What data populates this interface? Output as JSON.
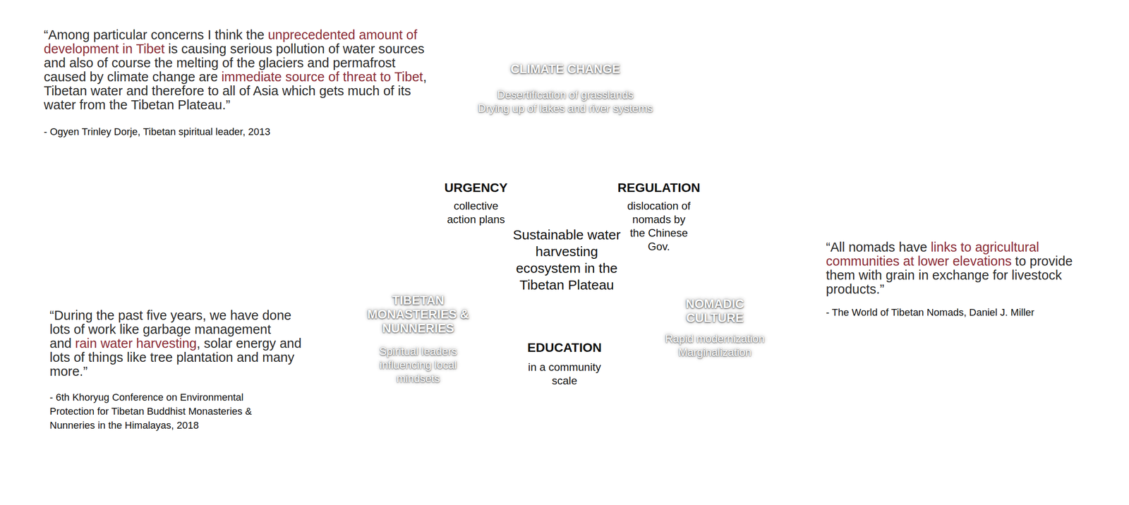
{
  "diagram": {
    "nodes": [
      {
        "text": [
          "CLIMATE CHANGE",
          "Desertification of grasslands",
          "Drying up of lakes and river systems"
        ]
      },
      {
        "text": [
          "URGENCY",
          "collective action plans"
        ]
      },
      {
        "text": [
          "REGULATION",
          "dislocation of nomads by the Chinese Gov."
        ]
      },
      {
        "text": [
          "Sustainable water harvesting ecosystem in the Tibetan Plateau"
        ]
      },
      {
        "text": [
          "TIBETAN MONASTERIES & NUNNERIES",
          "Spiritual leaders influencing local mindsets"
        ]
      },
      {
        "text": [
          "NOMADIC CULTURE",
          "Rapid modernization",
          "Marginalization"
        ]
      },
      {
        "text": [
          "EDUCATION",
          "in a community scale"
        ]
      }
    ],
    "labels": [
      "“Among particular concerns I think the",
      "unprecedented amount of development in Tibet",
      "is causing serious pollution of water sources and also of course the melting of the glaciers and permafrost caused by climate change are",
      "immediate source of threat to Tibet",
      ", Tibetan water and therefore to all of Asia which gets much of its water from the Tibetan Plateau.”",
      "- Ogyen Trinley Dorje, Tibetan spiritual leader, 2013",
      "“All nomads have",
      "links to agricultural communities at lower elevations",
      "to provide them with grain in exchange for livestock products.”",
      "- The World of Tibetan Nomads, Daniel J. Miller",
      "“During the past five years, we have done lots of work like garbage management and",
      "rain water harvesting",
      ", solar energy and lots of things like tree plantation and many more.”",
      "- 6th Khoryug Conference on Environmental Protection for Tibetan Buddhist Monasteries & Nunneries in the Himalayas, 2018"
    ]
  }
}
